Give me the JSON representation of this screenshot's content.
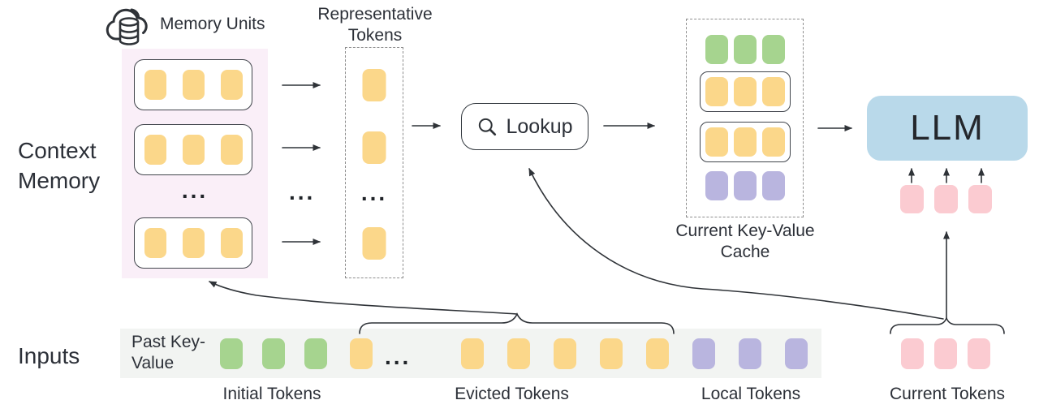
{
  "colors": {
    "token_yellow": "#FBD78A",
    "token_green": "#A6D48F",
    "token_purple": "#B9B5DF",
    "token_pink": "#FBCBD1",
    "llm_blue": "#B9D9EA",
    "memory_bg": "#FAEFF8",
    "input_bar_bg": "#F2F4F2",
    "outline": "#2F3338"
  },
  "left_panel": {
    "context_memory_label": "Context Memory",
    "inputs_label": "Inputs"
  },
  "memory": {
    "icon": "cloud-database",
    "title": "Memory Units",
    "units": [
      [
        "yellow",
        "yellow",
        "yellow"
      ],
      [
        "yellow",
        "yellow",
        "yellow"
      ],
      [
        "yellow",
        "yellow",
        "yellow"
      ]
    ],
    "ellipsis": "..."
  },
  "between_ellipsis": "...",
  "representative": {
    "title": "Representative Tokens",
    "tokens_top": [
      "yellow",
      "yellow"
    ],
    "tokens_bottom": [
      "yellow"
    ],
    "ellipsis": "..."
  },
  "lookup": {
    "icon": "magnifier",
    "label": "Lookup"
  },
  "cache": {
    "rows": [
      {
        "boxed": false,
        "tokens": [
          "green",
          "green",
          "green"
        ]
      },
      {
        "boxed": true,
        "tokens": [
          "yellow",
          "yellow",
          "yellow"
        ]
      },
      {
        "boxed": true,
        "tokens": [
          "yellow",
          "yellow",
          "yellow"
        ]
      },
      {
        "boxed": false,
        "tokens": [
          "purple",
          "purple",
          "purple"
        ]
      }
    ],
    "caption": "Current Key-Value Cache"
  },
  "llm": {
    "label": "LLM",
    "input_tokens": [
      "pink",
      "pink",
      "pink"
    ]
  },
  "inputs_row": {
    "past_key_value_label": "Past Key-Value",
    "ellipsis": "...",
    "groups": {
      "initial": [
        "green",
        "green",
        "green"
      ],
      "evicted_head": [
        "yellow"
      ],
      "evicted_tail": [
        "yellow",
        "yellow",
        "yellow",
        "yellow",
        "yellow"
      ],
      "local": [
        "purple",
        "purple",
        "purple"
      ],
      "current": [
        "pink",
        "pink",
        "pink"
      ]
    },
    "captions": {
      "initial": "Initial Tokens",
      "evicted": "Evicted Tokens",
      "local": "Local Tokens",
      "current": "Current Tokens"
    }
  }
}
